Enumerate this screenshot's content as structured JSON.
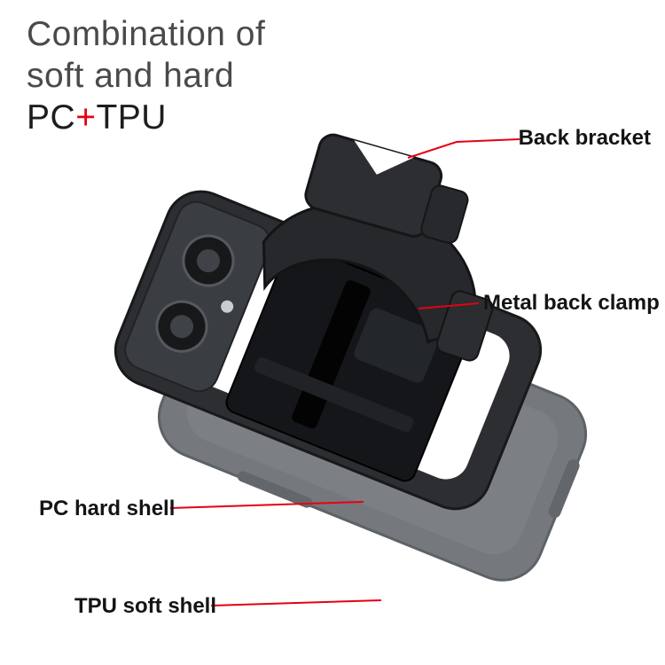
{
  "title": {
    "line1": "Combination of",
    "line2": "soft and hard",
    "pc": "PC",
    "plus": "+",
    "tpu": "TPU"
  },
  "callouts": {
    "back_bracket": "Back bracket",
    "metal_back_clamp": "Metal back clamp",
    "pc_hard_shell": "PC hard shell",
    "tpu_soft_shell": "TPU soft shell"
  },
  "colors": {
    "accent_red": "#e60014",
    "title_gray": "#4a4a4a",
    "label_black": "#141414",
    "case_dark": "#2c2e31",
    "case_gray": "#75797d",
    "background": "#ffffff"
  }
}
